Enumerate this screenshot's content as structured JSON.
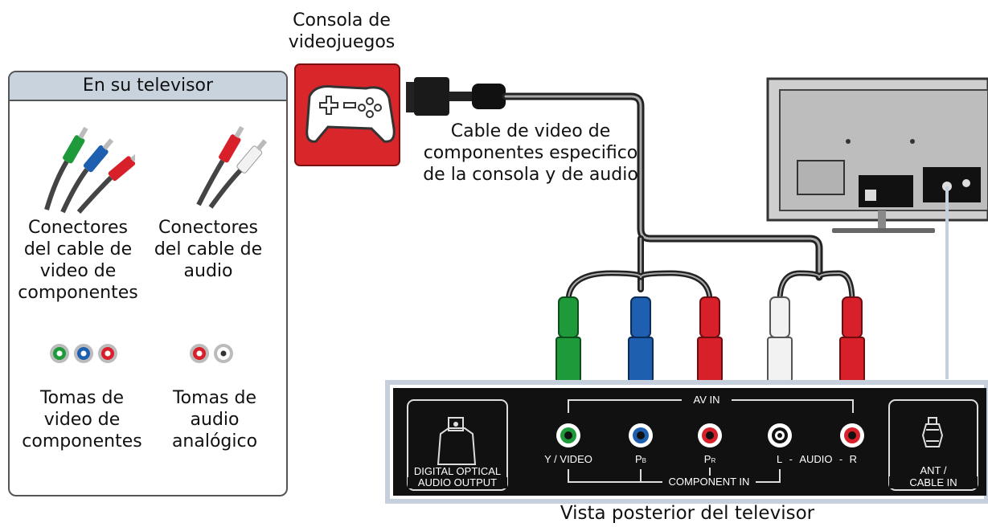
{
  "console": {
    "title_line1": "Consola de",
    "title_line2": "videojuegos"
  },
  "cable": {
    "line1": "Cable de video de",
    "line2": "componentes especifico",
    "line3": "de la consola y de audio"
  },
  "legend": {
    "title": "En su televisor",
    "component_connectors": [
      "Conectores",
      "del cable de",
      "video de",
      "componentes"
    ],
    "audio_connectors": [
      "Conectores",
      "del cable de",
      "audio"
    ],
    "component_jacks": [
      "Tomas de",
      "video de",
      "componentes"
    ],
    "audio_jacks": [
      "Tomas de",
      "audio",
      "analógico"
    ]
  },
  "panel": {
    "av_in": "AV IN",
    "y_video": "Y / VIDEO",
    "pb": "P",
    "pb_sub": "B",
    "pr": "P",
    "pr_sub": "R",
    "audio_l": "L",
    "audio_dash1": "-",
    "audio": "AUDIO",
    "audio_dash2": "-",
    "audio_r": "R",
    "component_in": "COMPONENT IN",
    "optical_line1": "DIGITAL OPTICAL",
    "optical_line2": "AUDIO OUTPUT",
    "ant_line1": "ANT /",
    "ant_line2": "CABLE IN"
  },
  "caption": "Vista posterior del televisor",
  "colors": {
    "green": "#1e9a3a",
    "blue": "#1f5fb0",
    "red": "#d8202a",
    "white": "#f2f2f2",
    "panel": "#111111",
    "frame": "#c5d0dc",
    "console_bg": "#d9262b"
  }
}
